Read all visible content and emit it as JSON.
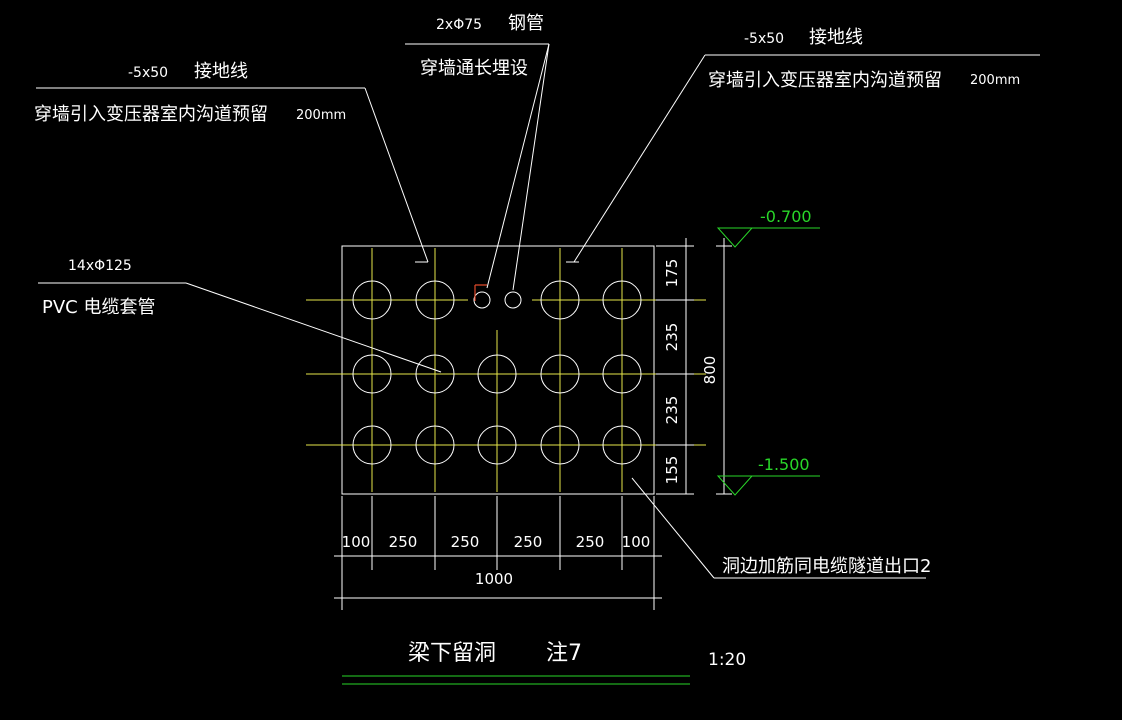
{
  "annotations": {
    "steel_pipe_spec": "2xΦ75",
    "steel_pipe_name": "钢管",
    "steel_pipe_desc": "穿墙通长埋设",
    "ground_left_spec": "-5x50",
    "ground_left_name": "接地线",
    "ground_left_desc": "穿墙引入变压器室内沟道预留",
    "ground_left_len": "200mm",
    "ground_right_spec": "-5x50",
    "ground_right_name": "接地线",
    "ground_right_desc": "穿墙引入变压器室内沟道预留",
    "ground_right_len": "200mm",
    "pvc_spec": "14xΦ125",
    "pvc_name": "PVC  电缆套管",
    "rebar_note": "洞边加筋同电缆隧道出口2"
  },
  "elevations": {
    "top": "-0.700",
    "bottom": "-1.500"
  },
  "vertical_dims": {
    "segments": [
      "175",
      "235",
      "235",
      "155"
    ],
    "total": "800"
  },
  "horizontal_dims": {
    "segments": [
      "100",
      "250",
      "250",
      "250",
      "250",
      "100"
    ],
    "total": "1000"
  },
  "title": {
    "name": "梁下留洞",
    "note": "注7",
    "scale": "1:20"
  },
  "colors": {
    "background": "#000000",
    "line": "#ffffff",
    "centerline": "#e6e64a",
    "elevation": "#29d629",
    "marker": "#e04a2a"
  }
}
